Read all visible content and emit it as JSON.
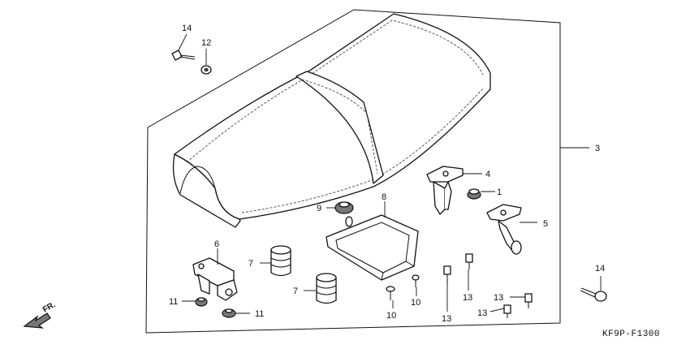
{
  "diagram_code": "KF9P-F1300",
  "direction_label": "FR.",
  "callouts": {
    "c1": "1",
    "c3": "3",
    "c4": "4",
    "c5": "5",
    "c6": "6",
    "c7a": "7",
    "c7b": "7",
    "c8": "8",
    "c9": "9",
    "c10a": "10",
    "c10b": "10",
    "c11a": "11",
    "c11b": "11",
    "c12": "12",
    "c13a": "13",
    "c13b": "13",
    "c13c": "13",
    "c13d": "13",
    "c14a": "14",
    "c14b": "14"
  },
  "colors": {
    "line": "#111111",
    "background": "#ffffff"
  }
}
